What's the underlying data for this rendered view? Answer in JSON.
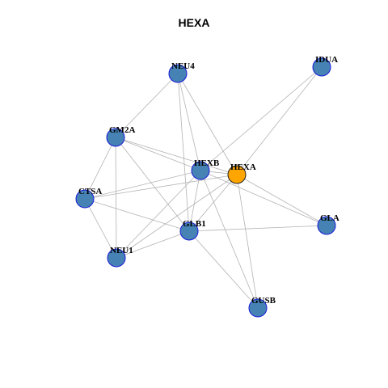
{
  "title": "HEXA",
  "colors": {
    "node_fill": "#4682b4",
    "node_stroke": "#1a1ad9",
    "focus_fill": "#ffa500",
    "focus_stroke": "#222222",
    "edge": "#b3b3b3"
  },
  "nodes": [
    {
      "id": "HEXA",
      "label": "HEXA",
      "focus": true
    },
    {
      "id": "HEXB",
      "label": "HEXB"
    },
    {
      "id": "NEU4",
      "label": "NEU4"
    },
    {
      "id": "IDUA",
      "label": "IDUA"
    },
    {
      "id": "GM2A",
      "label": "GM2A"
    },
    {
      "id": "CTSA",
      "label": "CTSA"
    },
    {
      "id": "GLB1",
      "label": "GLB1"
    },
    {
      "id": "GLA",
      "label": "GLA"
    },
    {
      "id": "NEU1",
      "label": "NEU1"
    },
    {
      "id": "GUSB",
      "label": "GUSB"
    }
  ],
  "edges": [
    [
      "NEU4",
      "GM2A"
    ],
    [
      "NEU4",
      "HEXB"
    ],
    [
      "NEU4",
      "HEXA"
    ],
    [
      "NEU4",
      "GLB1"
    ],
    [
      "IDUA",
      "HEXA"
    ],
    [
      "IDUA",
      "HEXB"
    ],
    [
      "GM2A",
      "HEXB"
    ],
    [
      "GM2A",
      "HEXA"
    ],
    [
      "GM2A",
      "CTSA"
    ],
    [
      "GM2A",
      "GLB1"
    ],
    [
      "GM2A",
      "NEU1"
    ],
    [
      "CTSA",
      "HEXB"
    ],
    [
      "CTSA",
      "HEXA"
    ],
    [
      "CTSA",
      "GLB1"
    ],
    [
      "CTSA",
      "NEU1"
    ],
    [
      "HEXB",
      "HEXA"
    ],
    [
      "HEXB",
      "GLB1"
    ],
    [
      "HEXB",
      "NEU1"
    ],
    [
      "HEXB",
      "GLA"
    ],
    [
      "HEXB",
      "GUSB"
    ],
    [
      "HEXA",
      "GLB1"
    ],
    [
      "HEXA",
      "GLA"
    ],
    [
      "HEXA",
      "GUSB"
    ],
    [
      "HEXA",
      "NEU1"
    ],
    [
      "GLB1",
      "NEU1"
    ],
    [
      "GLB1",
      "GLA"
    ],
    [
      "GLB1",
      "GUSB"
    ]
  ]
}
